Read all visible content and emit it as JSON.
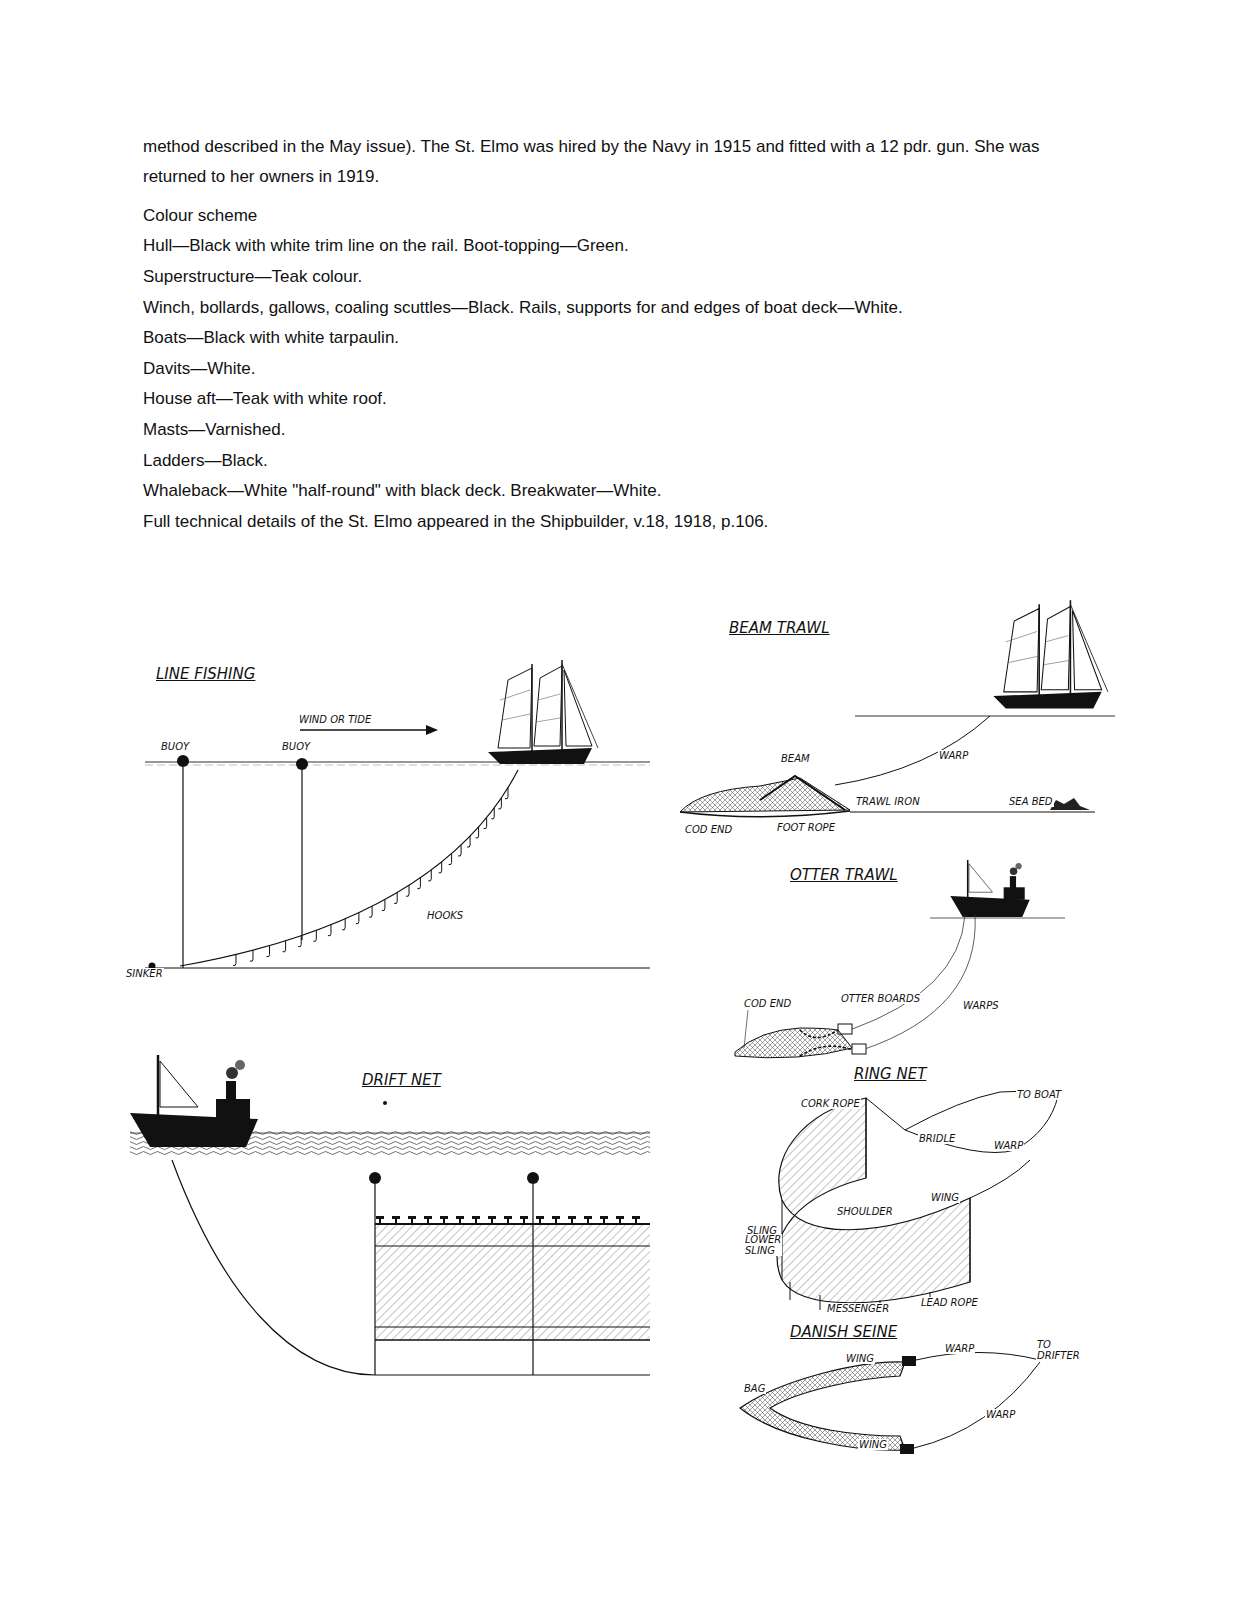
{
  "diagram": {
    "labels": [
      "method described in the May issue). The St. Elmo was hired by the Navy in 1915 and fitted with a 12 pdr. gun. She was returned to her owners in 1919.",
      "Colour scheme",
      "Hull—Black with white trim line on the rail. Boot-topping—Green.",
      "Superstructure—Teak colour.",
      "Winch, bollards, gallows, coaling scuttles—Black. Rails, supports for and edges of boat deck—White.",
      "Boats—Black with white tarpaulin.",
      "Davits—White.",
      "House aft—Teak with white roof.",
      "Masts—Varnished.",
      "Ladders—Black.",
      "Whaleback—White \"half-round\" with black deck. Breakwater—White.",
      "Full technical details of the St. Elmo appeared in the Shipbuilder, v.18, 1918, p.106.",
      "LINE FISHING",
      "WIND OR TIDE",
      "BUOY",
      "BUOY",
      "HOOKS",
      "SINKER",
      "DRIFT NET",
      "BEAM TRAWL",
      "BEAM",
      "WARP",
      "TRAWL IRON",
      "SEA BED",
      "COD END",
      "FOOT ROPE",
      "OTTER TRAWL",
      "COD END",
      "OTTER BOARDS",
      "WARPS",
      "RING NET",
      "CORK ROPE",
      "TO BOAT",
      "BRIDLE",
      "WARP",
      "WING",
      "SLING",
      "SHOULDER",
      "LOWER SLING",
      "MESSENGER",
      "LEAD ROPE",
      "DANISH SEINE",
      "WING",
      "WARP",
      "TO DRIFTER",
      "BAG",
      "WARP",
      "WING"
    ]
  }
}
